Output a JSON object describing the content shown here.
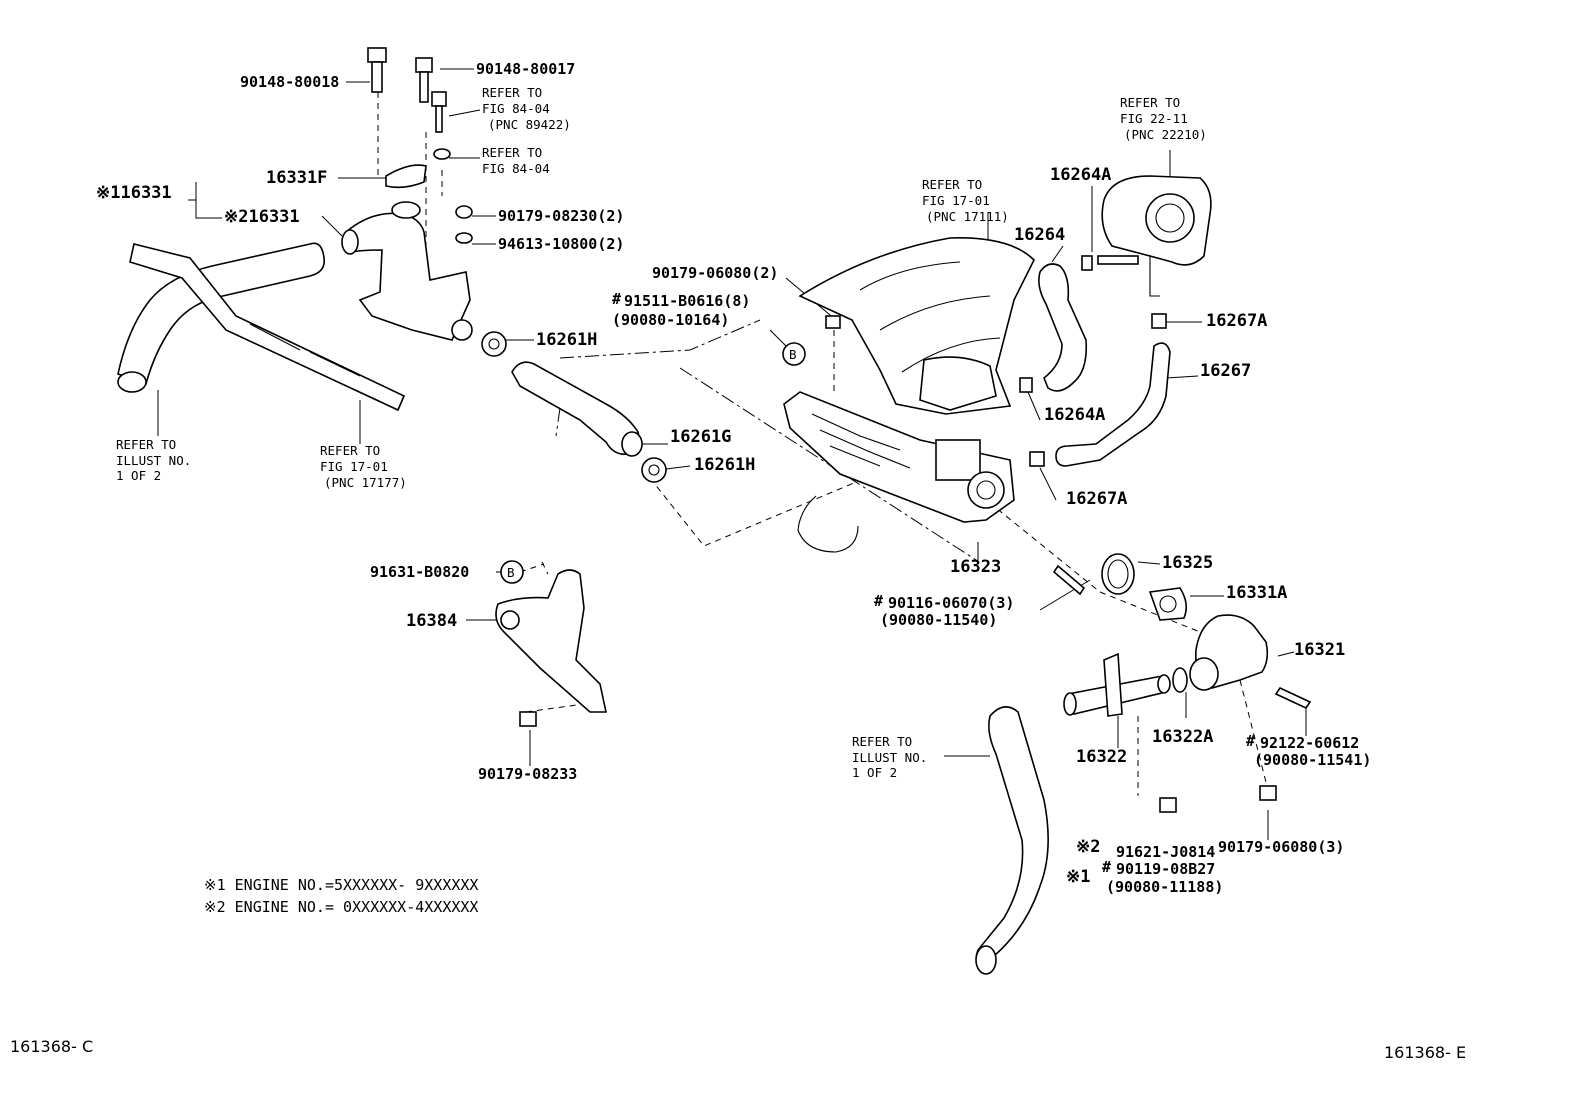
{
  "diagram": {
    "callouts": {
      "p_90148_80018": "90148-80018",
      "p_90148_80017": "90148-80017",
      "p_16331F": "16331F",
      "p_16331_1": "※116331",
      "p_16331_2": "※216331",
      "p_90179_08230": "90179-08230(2)",
      "p_94613_10800": "94613-10800(2)",
      "p_16261H_a": "16261H",
      "p_16261G": "16261G",
      "p_16261H_b": "16261H",
      "p_90179_06080_2": "90179-06080(2)",
      "p_91511_B0616": "91511-B0616(8)",
      "p_90080_10164": "(90080-10164)",
      "p_16264A_top": "16264A",
      "p_16264": "16264",
      "p_16267A_top": "16267A",
      "p_16267": "16267",
      "p_16264A_bottom": "16264A",
      "p_16267A_bottom": "16267A",
      "p_16323": "16323",
      "p_16325": "16325",
      "p_16331A": "16331A",
      "p_16321": "16321",
      "p_90116_06070": "90116-06070(3)",
      "p_90080_11540": "(90080-11540)",
      "p_91631_B0820": "91631-B0820",
      "p_16384": "16384",
      "p_90179_08233": "90179-08233",
      "p_16322": "16322",
      "p_16322A": "16322A",
      "p_92122_60612": "92122-60612",
      "p_90080_11541": "(90080-11541)",
      "p_91621_J0814": "91621-J0814",
      "p_90179_06080_3": "90179-06080(3)",
      "p_90119_08B27": "90119-08B27",
      "p_90080_11188": "(90080-11188)",
      "mark_2": "※2",
      "mark_1": "※1",
      "hash": "#"
    },
    "references": {
      "fig84_04_pnc": [
        "REFER TO",
        "FIG 84-04",
        "(PNC 89422)"
      ],
      "fig84_04": [
        "REFER TO",
        "FIG 84-04"
      ],
      "fig22_11": [
        "REFER TO",
        "FIG 22-11",
        "(PNC 22210)"
      ],
      "fig17_01_17111": [
        "REFER TO",
        "FIG 17-01",
        "(PNC 17111)"
      ],
      "fig17_01_17177": [
        "REFER TO",
        "FIG 17-01",
        "(PNC 17177)"
      ],
      "illust_left": [
        "REFER TO",
        "ILLUST NO.",
        "1 OF 2"
      ],
      "illust_bottom": [
        "REFER TO",
        "ILLUST NO.",
        "1 OF 2"
      ]
    },
    "circled_b": "B",
    "notes": [
      "※1  ENGINE  NO.=5XXXXXX- 9XXXXXX",
      "※2  ENGINE  NO.= 0XXXXXX-4XXXXXX"
    ],
    "code_left": "161368- C",
    "code_right": "161368- E"
  }
}
